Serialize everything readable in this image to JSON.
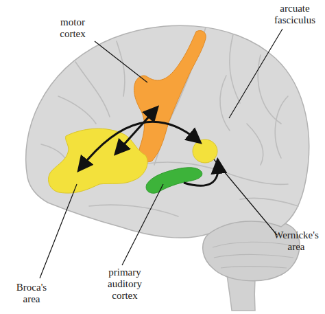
{
  "diagram": {
    "labels": [
      "motor cortex",
      "arcuate fasciculus",
      "Broca's area",
      "primary auditory cortex",
      "Wernicke's area"
    ]
  }
}
